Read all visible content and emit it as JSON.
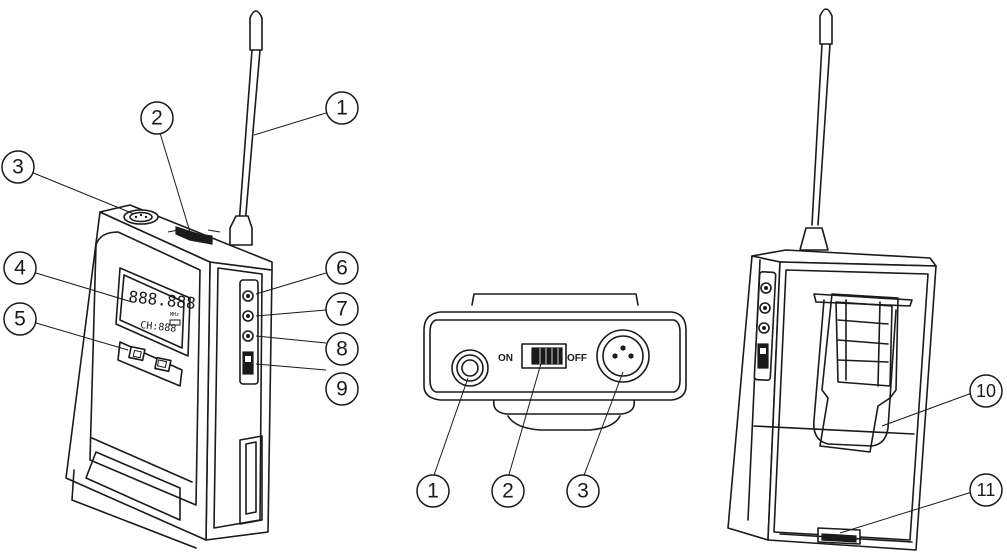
{
  "callouts": {
    "c1": "1",
    "c2": "2",
    "c3": "3",
    "c4": "4",
    "c5": "5",
    "c6": "6",
    "c7": "7",
    "c8": "8",
    "c9": "9",
    "c10": "10",
    "c11": "11",
    "t1": "1",
    "t2": "2",
    "t3": "3"
  },
  "lcd": {
    "main": "888.888",
    "sub": "CH:888",
    "unit": "MHz"
  },
  "switch": {
    "on_label": "ON",
    "off_label": "OFF"
  }
}
